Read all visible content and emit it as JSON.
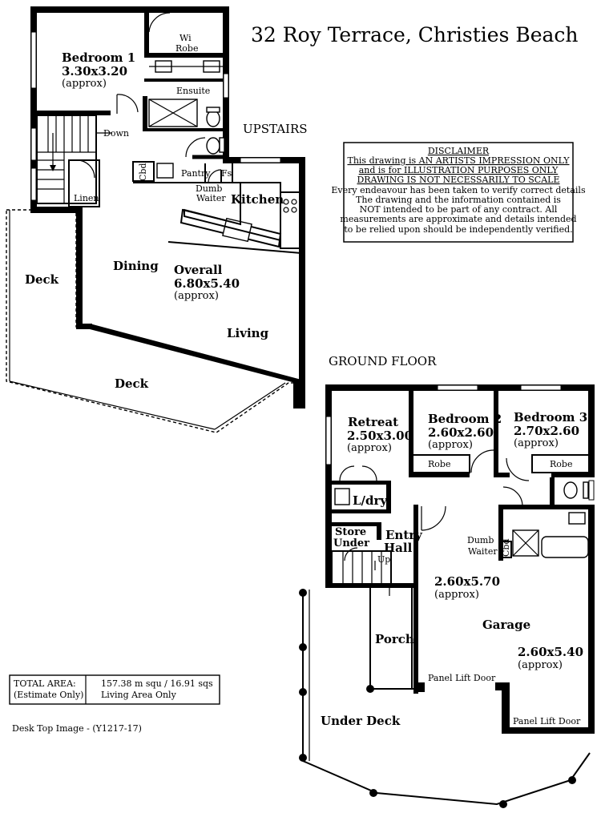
{
  "title": "32 Roy Terrace,  Christies Beach",
  "upstairs": {
    "heading": "UPSTAIRS",
    "bedroom1": {
      "name": "Bedroom 1",
      "dims": "3.30x3.20",
      "approx": "(approx)"
    },
    "wi_robe": [
      "Wi",
      "Robe"
    ],
    "ensuite": "Ensuite",
    "down": "Down",
    "linen": "Linen",
    "cbd": "Cbd",
    "pantry": "Pantry",
    "fs": "Fs",
    "dumb_waiter": [
      "Dumb",
      "Waiter"
    ],
    "kitchen": "Kitchen",
    "dining": "Dining",
    "overall": {
      "name": "Overall",
      "dims": "6.80x5.40",
      "approx": "(approx)"
    },
    "living": "Living",
    "deck_left": "Deck",
    "deck_bottom": "Deck"
  },
  "disclaimer": {
    "heading": "DISCLAIMER",
    "lines_underlined": [
      "This drawing is AN ARTISTS IMPRESSION ONLY",
      "and is for ILLUSTRATION PURPOSES ONLY",
      "DRAWING IS NOT NECESSARILY TO SCALE"
    ],
    "lines": [
      "Every endeavour has been taken to verify correct details",
      "The drawing and the information contained is",
      "NOT intended to be part of any contract. All",
      "measurements are approximate and details intended",
      "to be relied upon should be independently verified."
    ]
  },
  "ground": {
    "heading": "GROUND FLOOR",
    "retreat": {
      "name": "Retreat",
      "dims": "2.50x3.00",
      "approx": "(approx)"
    },
    "bedroom2": {
      "name": "Bedroom 2",
      "dims": "2.60x2.60",
      "approx": "(approx)"
    },
    "bedroom3": {
      "name": "Bedroom 3",
      "dims": "2.70x2.60",
      "approx": "(approx)"
    },
    "robe2": "Robe",
    "robe3": "Robe",
    "ldry": "L/dry",
    "store_under": [
      "Store",
      "Under"
    ],
    "entry_hall": [
      "Entry",
      "Hall"
    ],
    "up": "Up",
    "cbd": "Cbd",
    "dumb_waiter": [
      "Dumb",
      "Waiter"
    ],
    "garage_dims1": {
      "dims": "2.60x5.70",
      "approx": "(approx)"
    },
    "garage": "Garage",
    "garage_dims2": {
      "dims": "2.60x5.40",
      "approx": "(approx)"
    },
    "porch": "Porch",
    "panel_lift_door1": "Panel Lift Door",
    "panel_lift_door2": "Panel Lift Door",
    "under_deck": "Under Deck"
  },
  "total_area": {
    "label": [
      "TOTAL AREA:",
      "(Estimate Only)"
    ],
    "value": [
      "157.38 m squ /  16.91 sqs",
      "Living Area Only"
    ]
  },
  "footer": "Desk Top Image - (Y1217-17)"
}
